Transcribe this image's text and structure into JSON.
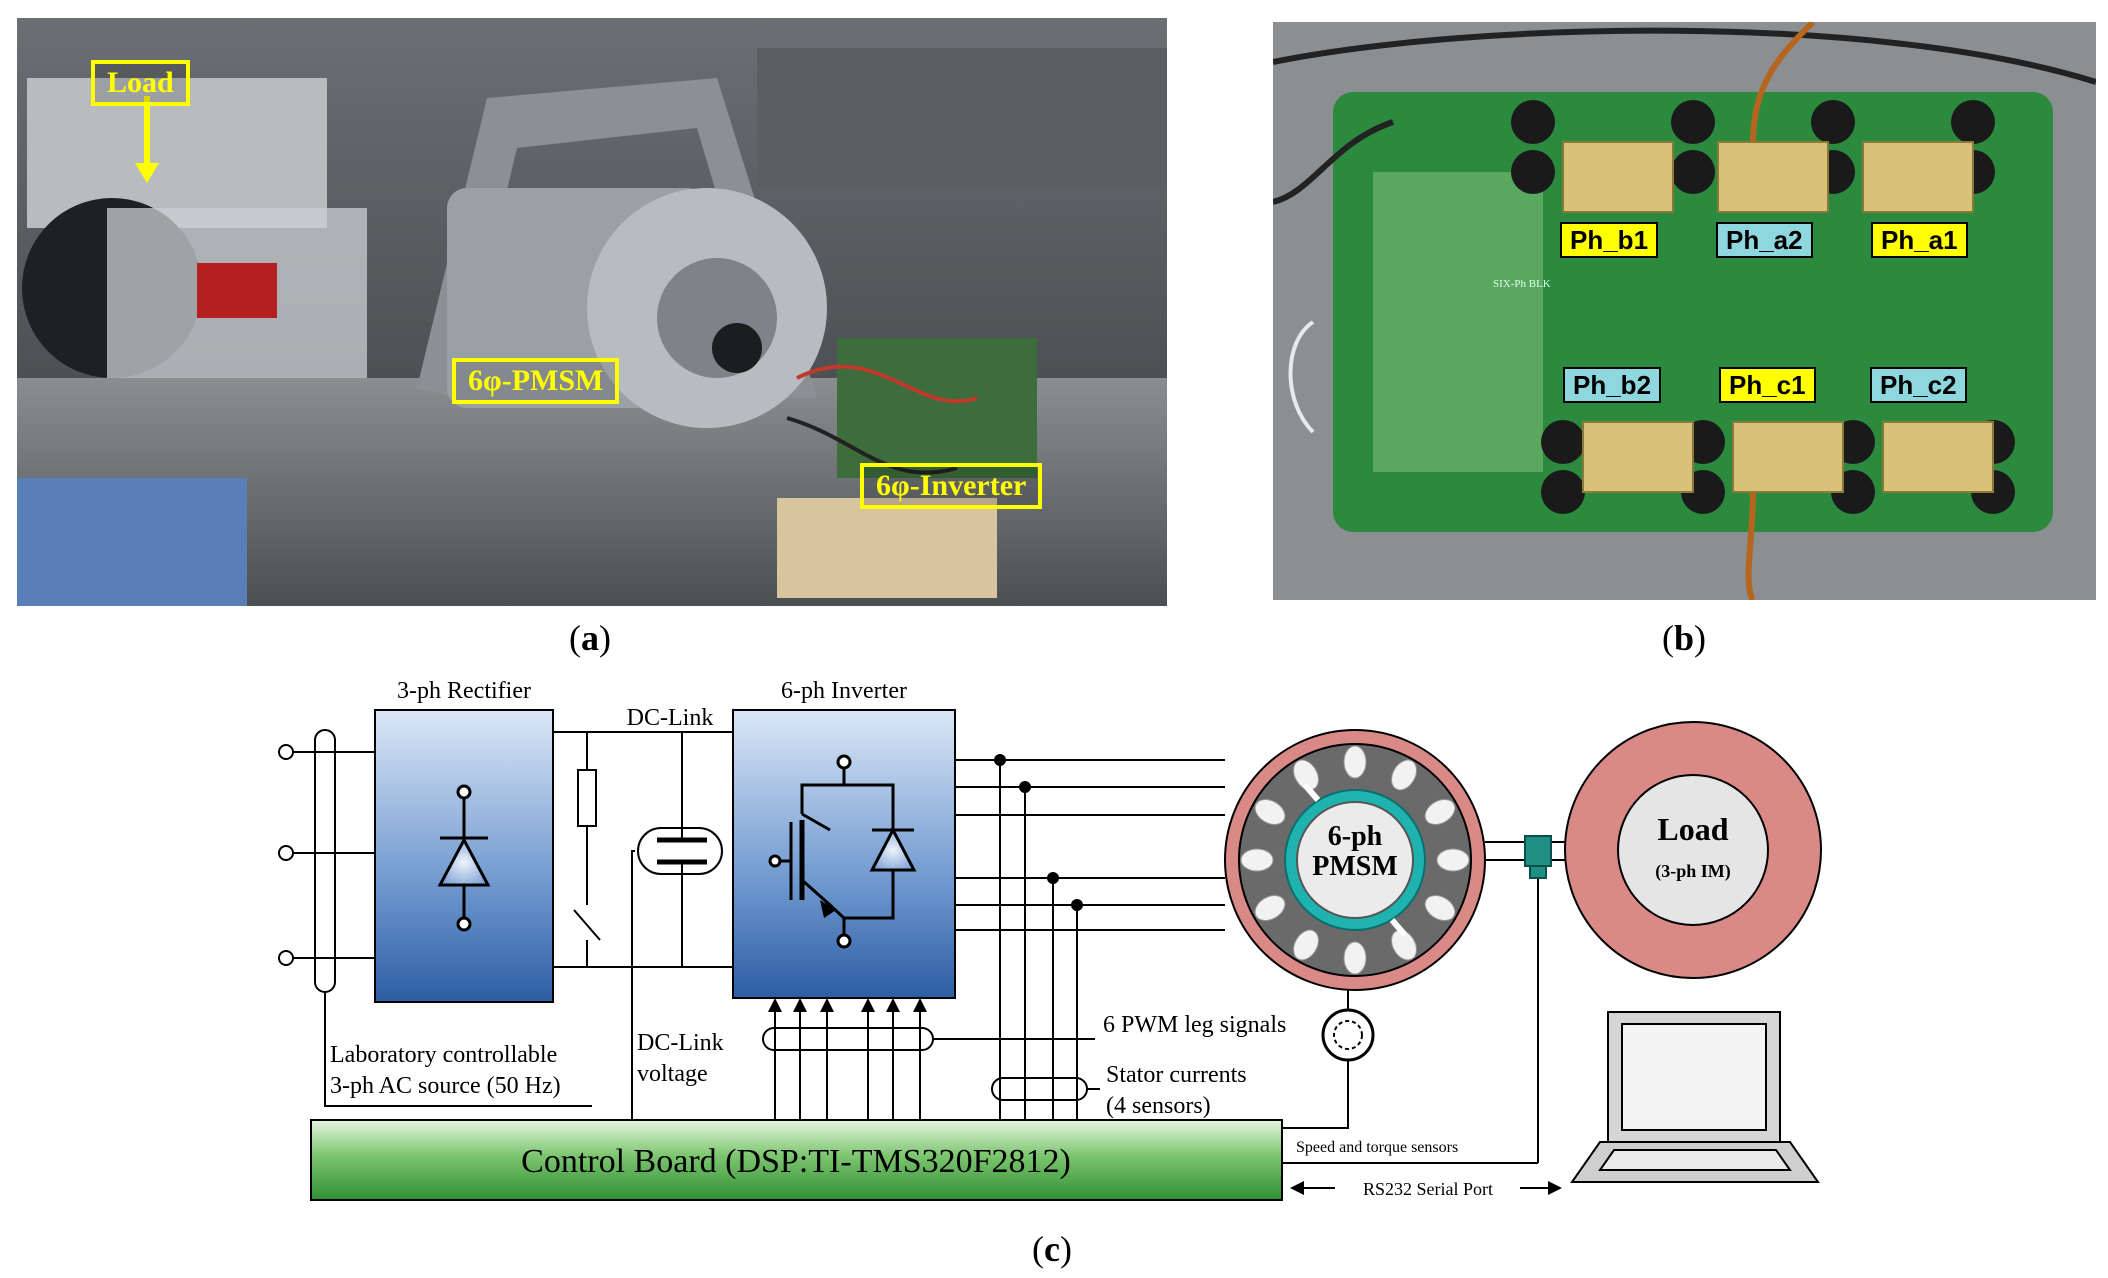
{
  "panel_a": {
    "caption_letter": "a",
    "labels": {
      "load": "Load",
      "pmsm": "6φ-PMSM",
      "inverter": "6φ-Inverter"
    }
  },
  "panel_b": {
    "caption_letter": "b",
    "phases_top": [
      "Ph_b1",
      "Ph_a2",
      "Ph_a1"
    ],
    "phases_bottom": [
      "Ph_b2",
      "Ph_c1",
      "Ph_c2"
    ],
    "board_text": "SIX-Ph BLK"
  },
  "panel_c": {
    "caption_letter": "c",
    "rectifier": "3-ph Rectifier",
    "dc_link": "DC-Link",
    "inverter": "6-ph Inverter",
    "motor_line1": "6-ph",
    "motor_line2": "PMSM",
    "load_line1": "Load",
    "load_line2": "(3-ph IM)",
    "ac_source_line1": "Laboratory controllable",
    "ac_source_line2": "3-ph AC source (50 Hz)",
    "dc_voltage_line1": "DC-Link",
    "dc_voltage_line2": "voltage",
    "pwm": "6 PWM leg signals",
    "stator_line1": "Stator currents",
    "stator_line2": "(4 sensors)",
    "control_board": "Control Board (DSP:TI-TMS320F2812)",
    "speed_torque": "Speed and torque sensors",
    "rs232": "RS232 Serial Port"
  },
  "colors": {
    "yellow_label": "#ffff00",
    "cyan_label": "#8fd7df",
    "control_green": "#2e9e3e",
    "block_blue": "#3b6cb0",
    "load_pink": "#d98a86"
  }
}
